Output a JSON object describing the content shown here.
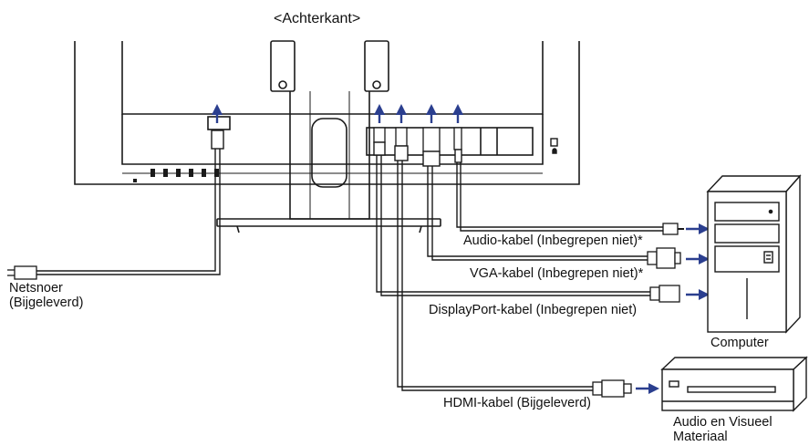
{
  "title": "<Achterkant>",
  "labels": {
    "power_cord": [
      "Netsnoer",
      "(Bijgeleverd)"
    ],
    "audio_cable": "Audio-kabel (Inbegrepen niet)*",
    "vga_cable": "VGA-kabel (Inbegrepen niet)*",
    "displayport_cable": "DisplayPort-kabel (Inbegrepen niet)",
    "hdmi_cable": "HDMI-kabel (Bijgeleverd)",
    "computer": "Computer",
    "av_equipment": [
      "Audio en Visueel",
      "Materiaal"
    ]
  },
  "colors": {
    "line": "#1a1a1a",
    "arrow": "#2b3f8f",
    "device_fill": "#ffffff"
  }
}
